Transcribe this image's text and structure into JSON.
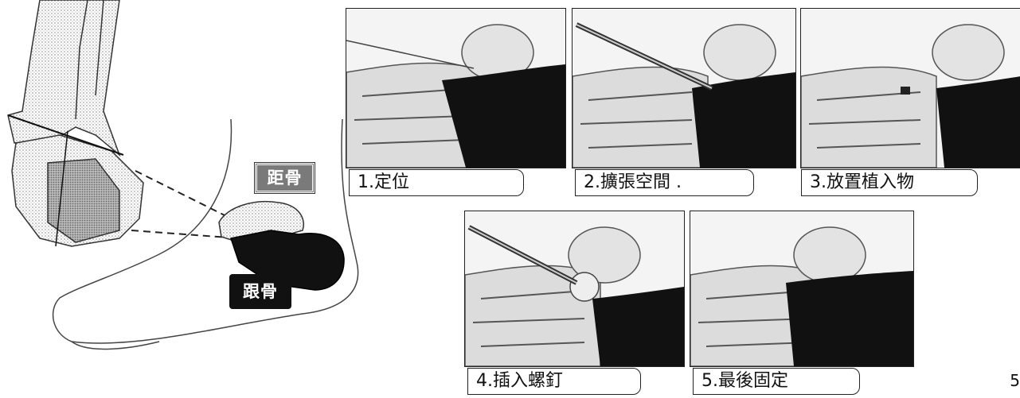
{
  "diagram": {
    "labels": {
      "talus": "距骨",
      "calcaneus": "跟骨"
    },
    "steps": [
      {
        "label": "1.定位"
      },
      {
        "label": "2.擴張空間 ."
      },
      {
        "label": "3.放置植入物"
      },
      {
        "label": "4.插入螺釘"
      },
      {
        "label": "5.最後固定"
      }
    ],
    "page_number": "5"
  },
  "colors": {
    "bone_light": "#e8e8e8",
    "bone_dark": "#111111",
    "talus_label_bg": "#7a7a7a",
    "calcaneus_label_bg": "#111111"
  }
}
